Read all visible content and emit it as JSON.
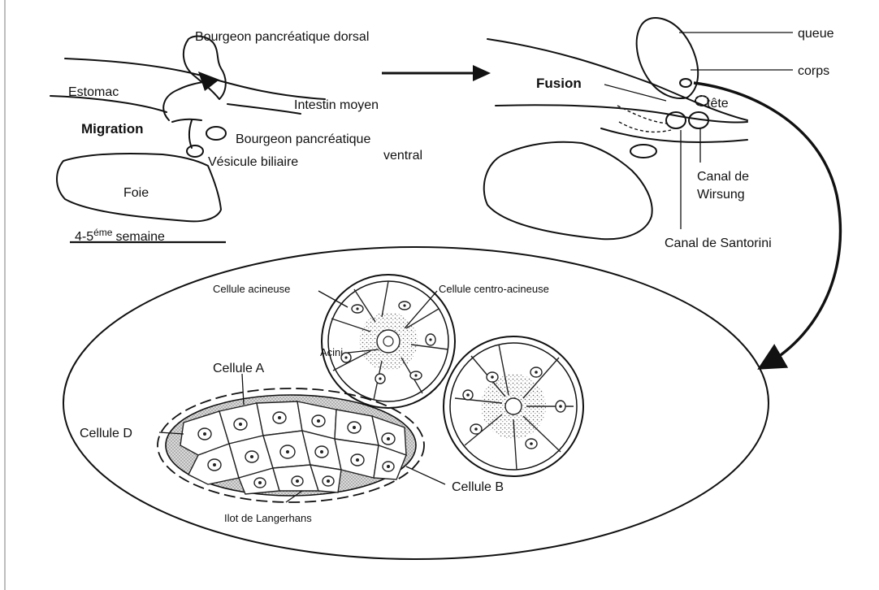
{
  "labels": {
    "dorsal_bud": "Bourgeon pancréatique dorsal",
    "estomac": "Estomac",
    "intestin": "Intestin moyen",
    "migration": "Migration",
    "ventral_bud_line1": "Bourgeon pancréatique",
    "ventral_bud_line2": "ventral",
    "vesicule": "Vésicule biliaire",
    "foie": "Foie",
    "week_num": "4-5",
    "week_sup": "éme",
    "week_word": "semaine",
    "queue": "queue",
    "corps": "corps",
    "fusion": "Fusion",
    "tete": "tête",
    "wirsung_line1": "Canal de",
    "wirsung_line2": "Wirsung",
    "santorini": "Canal de Santorini",
    "cellule_acineuse": "Cellule acineuse",
    "cellule_centro": "Cellule centro-acineuse",
    "acini": "Acini",
    "cellule_a": "Cellule A",
    "cellule_d": "Cellule D",
    "cellule_b": "Cellule B",
    "ilot": "Ilot de Langerhans"
  }
}
